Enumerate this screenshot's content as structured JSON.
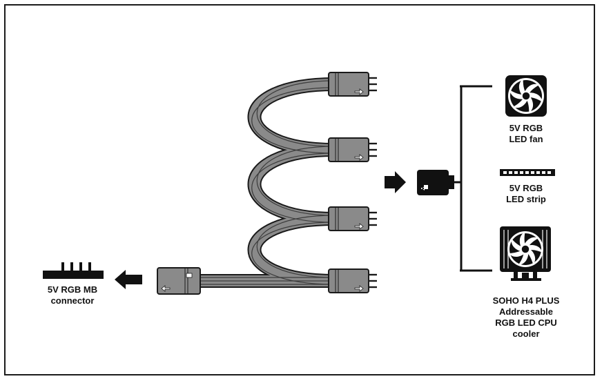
{
  "labels": {
    "mb_connector": "5V RGB MB\nconnector",
    "led_fan": "5V RGB\nLED fan",
    "led_strip": "5V RGB\nLED strip",
    "cpu_cooler": "SOHO H4 PLUS\nAddressable\nRGB LED CPU\ncooler"
  },
  "icons": [
    "mb-header-icon",
    "splitter-cable-icon",
    "arrow-left-icon",
    "arrow-right-icon",
    "device-plug-icon",
    "fan-icon",
    "led-strip-icon",
    "cpu-cooler-icon"
  ],
  "colors": {
    "cable": "#7d7d7d",
    "connector": "#8a8a8a",
    "outline": "#1a1a1a"
  }
}
